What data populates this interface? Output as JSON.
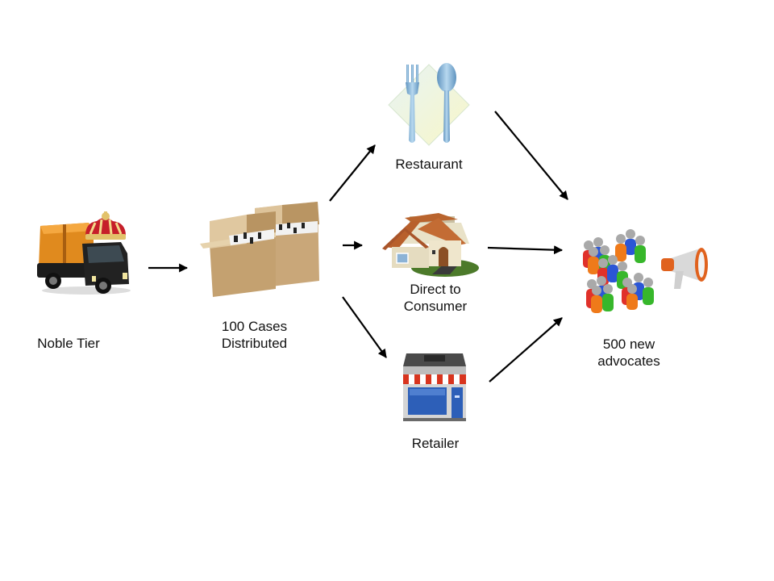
{
  "diagram": {
    "nodes": [
      {
        "id": "noble-tier",
        "label": "Noble Tier",
        "icon": "crowned-truck-icon"
      },
      {
        "id": "cases",
        "label_line1": "100 Cases",
        "label_line2": "Distributed",
        "icon": "cardboard-boxes-icon"
      },
      {
        "id": "restaurant",
        "label": "Restaurant",
        "icon": "fork-spoon-icon"
      },
      {
        "id": "direct",
        "label_line1": "Direct to",
        "label_line2": "Consumer",
        "icon": "house-icon"
      },
      {
        "id": "retailer",
        "label": "Retailer",
        "icon": "storefront-icon"
      },
      {
        "id": "advocates",
        "label_line1": "500 new",
        "label_line2": "advocates",
        "icon": "people-crowd-icon",
        "icon2": "megaphone-icon"
      }
    ],
    "edges": [
      {
        "from": "noble-tier",
        "to": "cases"
      },
      {
        "from": "cases",
        "to": "restaurant"
      },
      {
        "from": "cases",
        "to": "direct"
      },
      {
        "from": "cases",
        "to": "retailer"
      },
      {
        "from": "restaurant",
        "to": "advocates"
      },
      {
        "from": "direct",
        "to": "advocates"
      },
      {
        "from": "retailer",
        "to": "advocates"
      }
    ]
  }
}
